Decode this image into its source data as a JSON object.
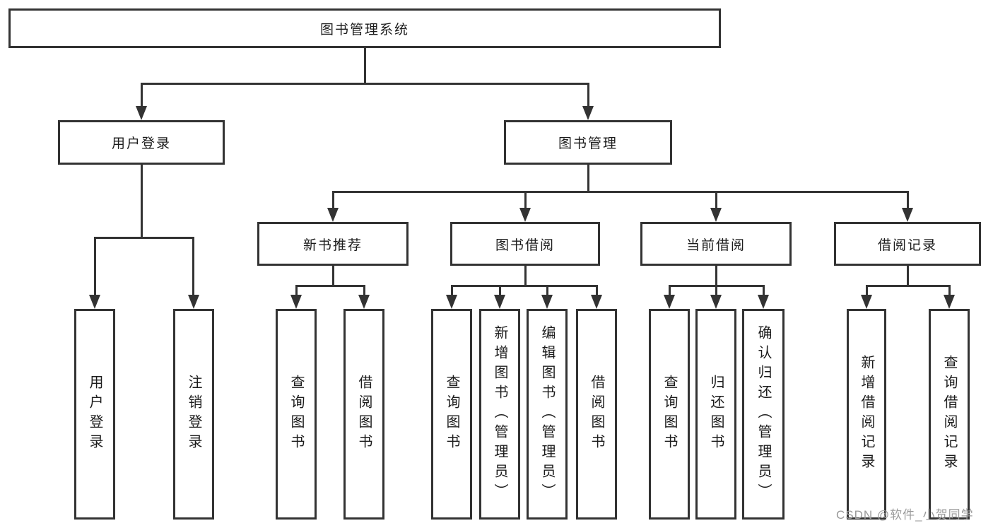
{
  "diagram": {
    "nodes": {
      "root": "图书管理系统",
      "user_login": "用户登录",
      "book_management": "图书管理",
      "new_book_recommend": "新书推荐",
      "book_borrow": "图书借阅",
      "current_borrow": "当前借阅",
      "borrow_records": "借阅记录",
      "leaves": {
        "login": [
          "用户登录",
          "注销登录"
        ],
        "recommend": [
          "查询图书",
          "借阅图书"
        ],
        "borrow": [
          "查询图书",
          "新增图书（管理员）",
          "编辑图书（管理员）",
          "借阅图书"
        ],
        "current": [
          "查询图书",
          "归还图书",
          "确认归还（管理员）"
        ],
        "records": [
          "新增借阅记录",
          "查询借阅记录"
        ]
      }
    },
    "watermark": "CSDN @软件_小贺同学",
    "colors": {
      "line": "#333333",
      "text": "#1c1c1c",
      "watermark": "#9b9b9b",
      "background": "#ffffff"
    }
  }
}
